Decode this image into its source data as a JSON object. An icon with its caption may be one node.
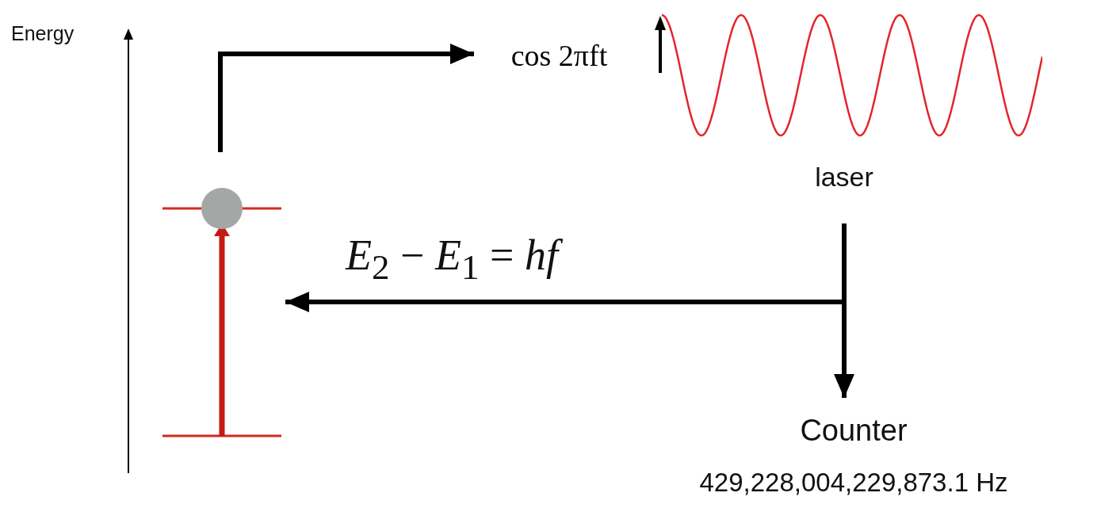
{
  "diagram": {
    "nodes": [
      {
        "text": [],
        "shape": "picture"
      },
      {
        "text": [
          "cos 2πft"
        ]
      },
      {
        "text": [
          "laser"
        ]
      },
      {
        "text": [
          "Counter",
          "429,228,004,229,873.1 Hz"
        ]
      }
    ],
    "edges": [
      {
        "from": 0,
        "to": 1,
        "arrow": "to"
      },
      {
        "from": 2,
        "to": 0,
        "arrow": "to",
        "label": "*E*$_{2}$ − *E*$_{1}$ = *hf*"
      },
      {
        "from": 2,
        "to": 3,
        "arrow": "to"
      }
    ],
    "labels": [
      "Energy"
    ]
  }
}
